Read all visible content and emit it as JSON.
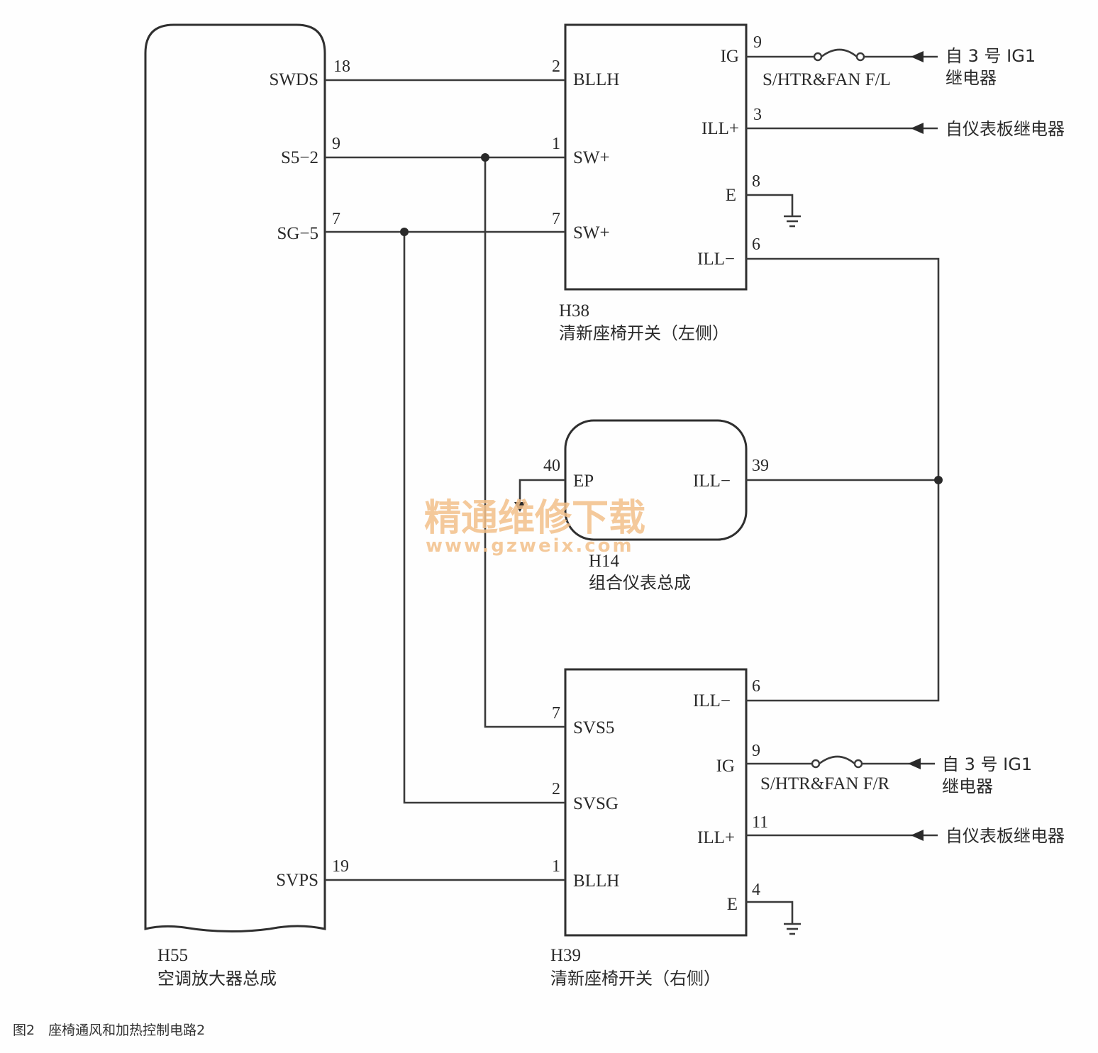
{
  "caption": "图2　座椅通风和加热控制电路2",
  "watermark": {
    "text": "精通维修下载",
    "url": "www.gzweix.com"
  },
  "h55": {
    "code": "H55",
    "name": "空调放大器总成",
    "signals": [
      {
        "name": "SWDS",
        "pin": "18"
      },
      {
        "name": "S5−2",
        "pin": "9"
      },
      {
        "name": "SG−5",
        "pin": "7"
      },
      {
        "name": "SVPS",
        "pin": "19"
      }
    ]
  },
  "h38": {
    "code": "H38",
    "name": "清新座椅开关（左侧）",
    "left": [
      {
        "name": "BLLH",
        "pin": "2"
      },
      {
        "name": "SW+",
        "pin": "1"
      },
      {
        "name": "SW+",
        "pin": "7"
      }
    ],
    "right": [
      {
        "name": "IG",
        "pin": "9"
      },
      {
        "name": "ILL+",
        "pin": "3"
      },
      {
        "name": "E",
        "pin": "8"
      },
      {
        "name": "ILL−",
        "pin": "6"
      }
    ],
    "fuse": "S/HTR&FAN F/L",
    "ig_source": [
      "自 3 号 IG1",
      "继电器"
    ],
    "ill_source": "自仪表板继电器"
  },
  "h14": {
    "code": "H14",
    "name": "组合仪表总成",
    "left": [
      {
        "name": "EP",
        "pin": "40"
      }
    ],
    "right": [
      {
        "name": "ILL−",
        "pin": "39"
      }
    ]
  },
  "h39": {
    "code": "H39",
    "name": "清新座椅开关（右侧）",
    "left": [
      {
        "name": "SVS5",
        "pin": "7"
      },
      {
        "name": "SVSG",
        "pin": "2"
      },
      {
        "name": "BLLH",
        "pin": "1"
      }
    ],
    "right": [
      {
        "name": "ILL−",
        "pin": "6"
      },
      {
        "name": "IG",
        "pin": "9"
      },
      {
        "name": "ILL+",
        "pin": "11"
      },
      {
        "name": "E",
        "pin": "4"
      }
    ],
    "fuse": "S/HTR&FAN F/R",
    "ig_source": [
      "自 3 号 IG1",
      "继电器"
    ],
    "ill_source": "自仪表板继电器"
  }
}
